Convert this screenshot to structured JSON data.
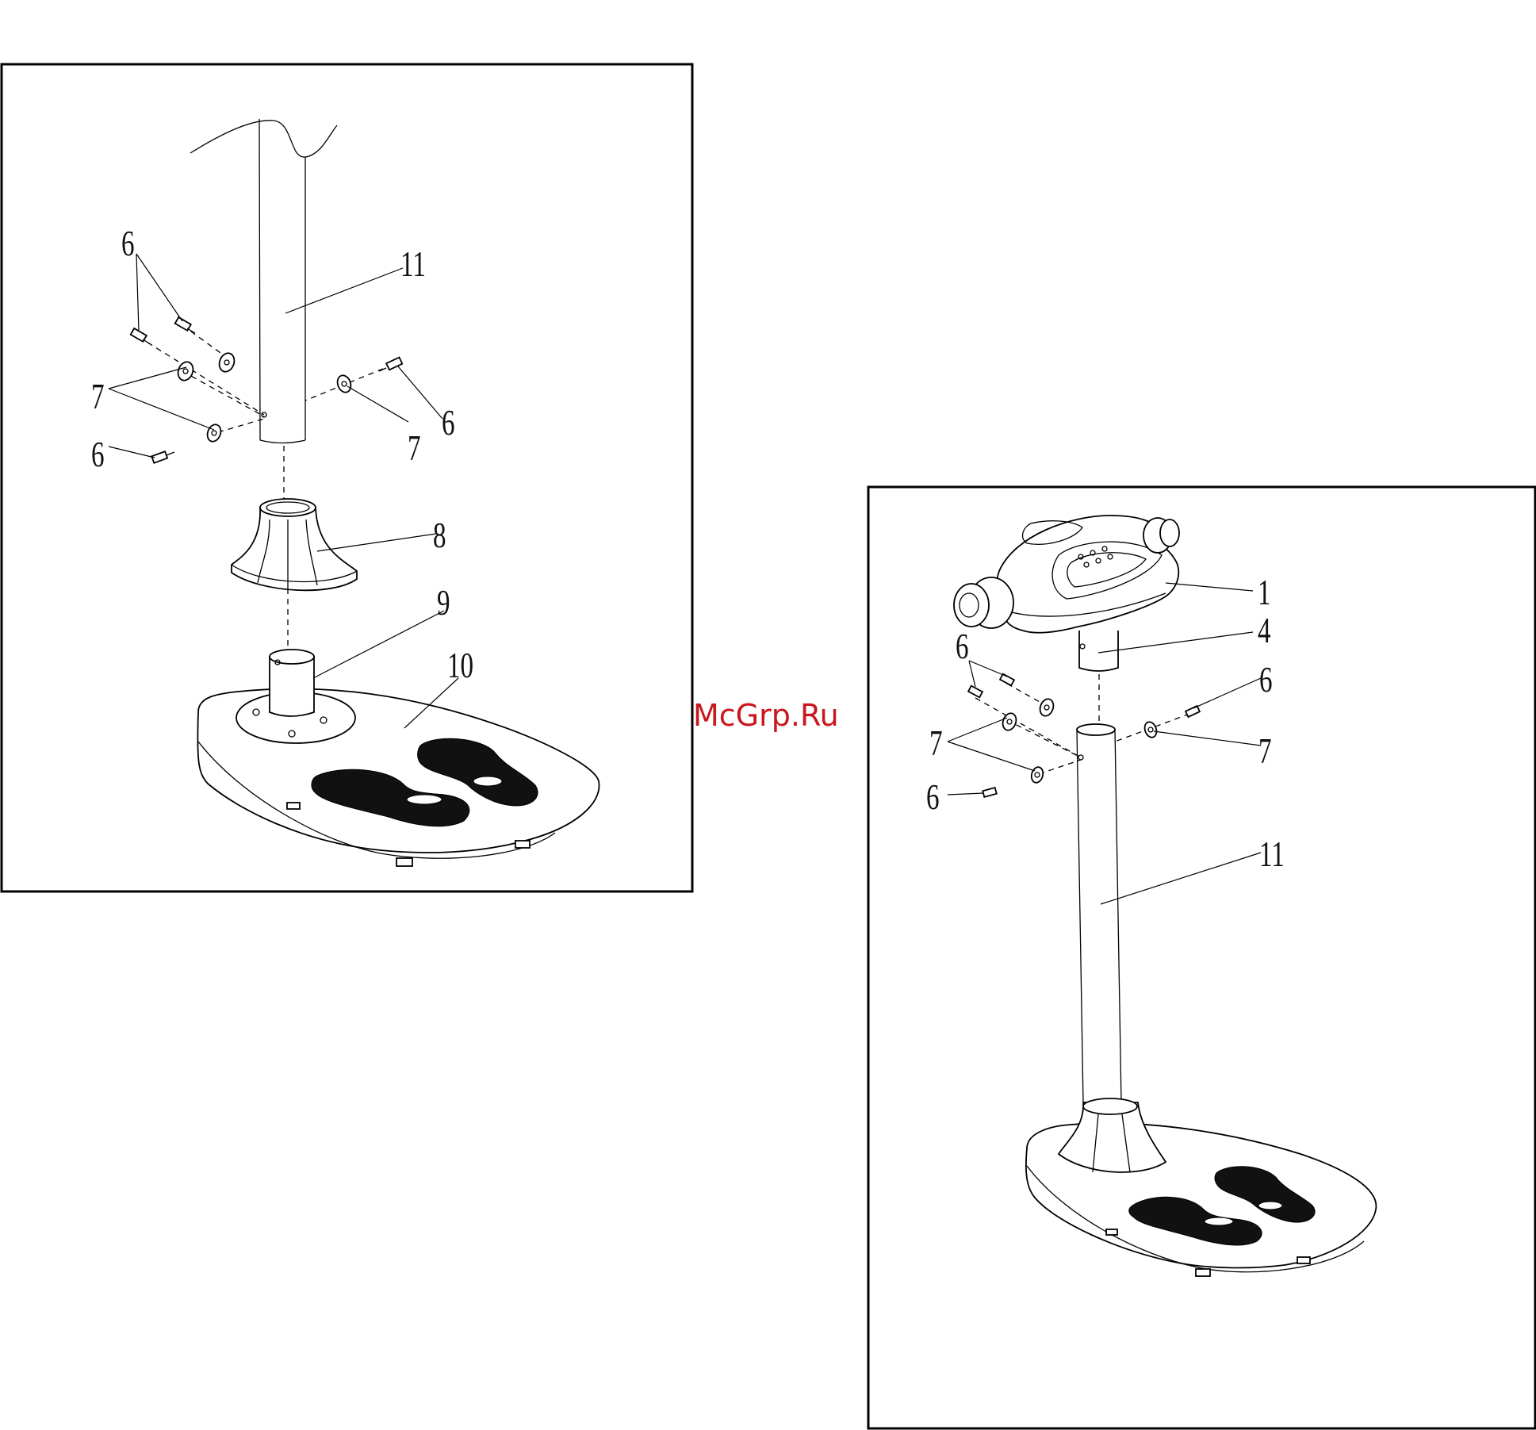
{
  "watermark": "McGrp.Ru",
  "panel_exploded": {
    "labels": {
      "screw_a": "6",
      "screw_b": "6",
      "screw_c": "6",
      "washer_a": "7",
      "washer_b": "7",
      "pole": "11",
      "cover": "8",
      "sleeve": "9",
      "base": "10"
    }
  },
  "panel_assembled": {
    "labels": {
      "head": "1",
      "connector": "4",
      "screw_a": "6",
      "screw_b": "6",
      "screw_c": "6",
      "washer_a": "7",
      "washer_b": "7",
      "pole": "11"
    }
  }
}
